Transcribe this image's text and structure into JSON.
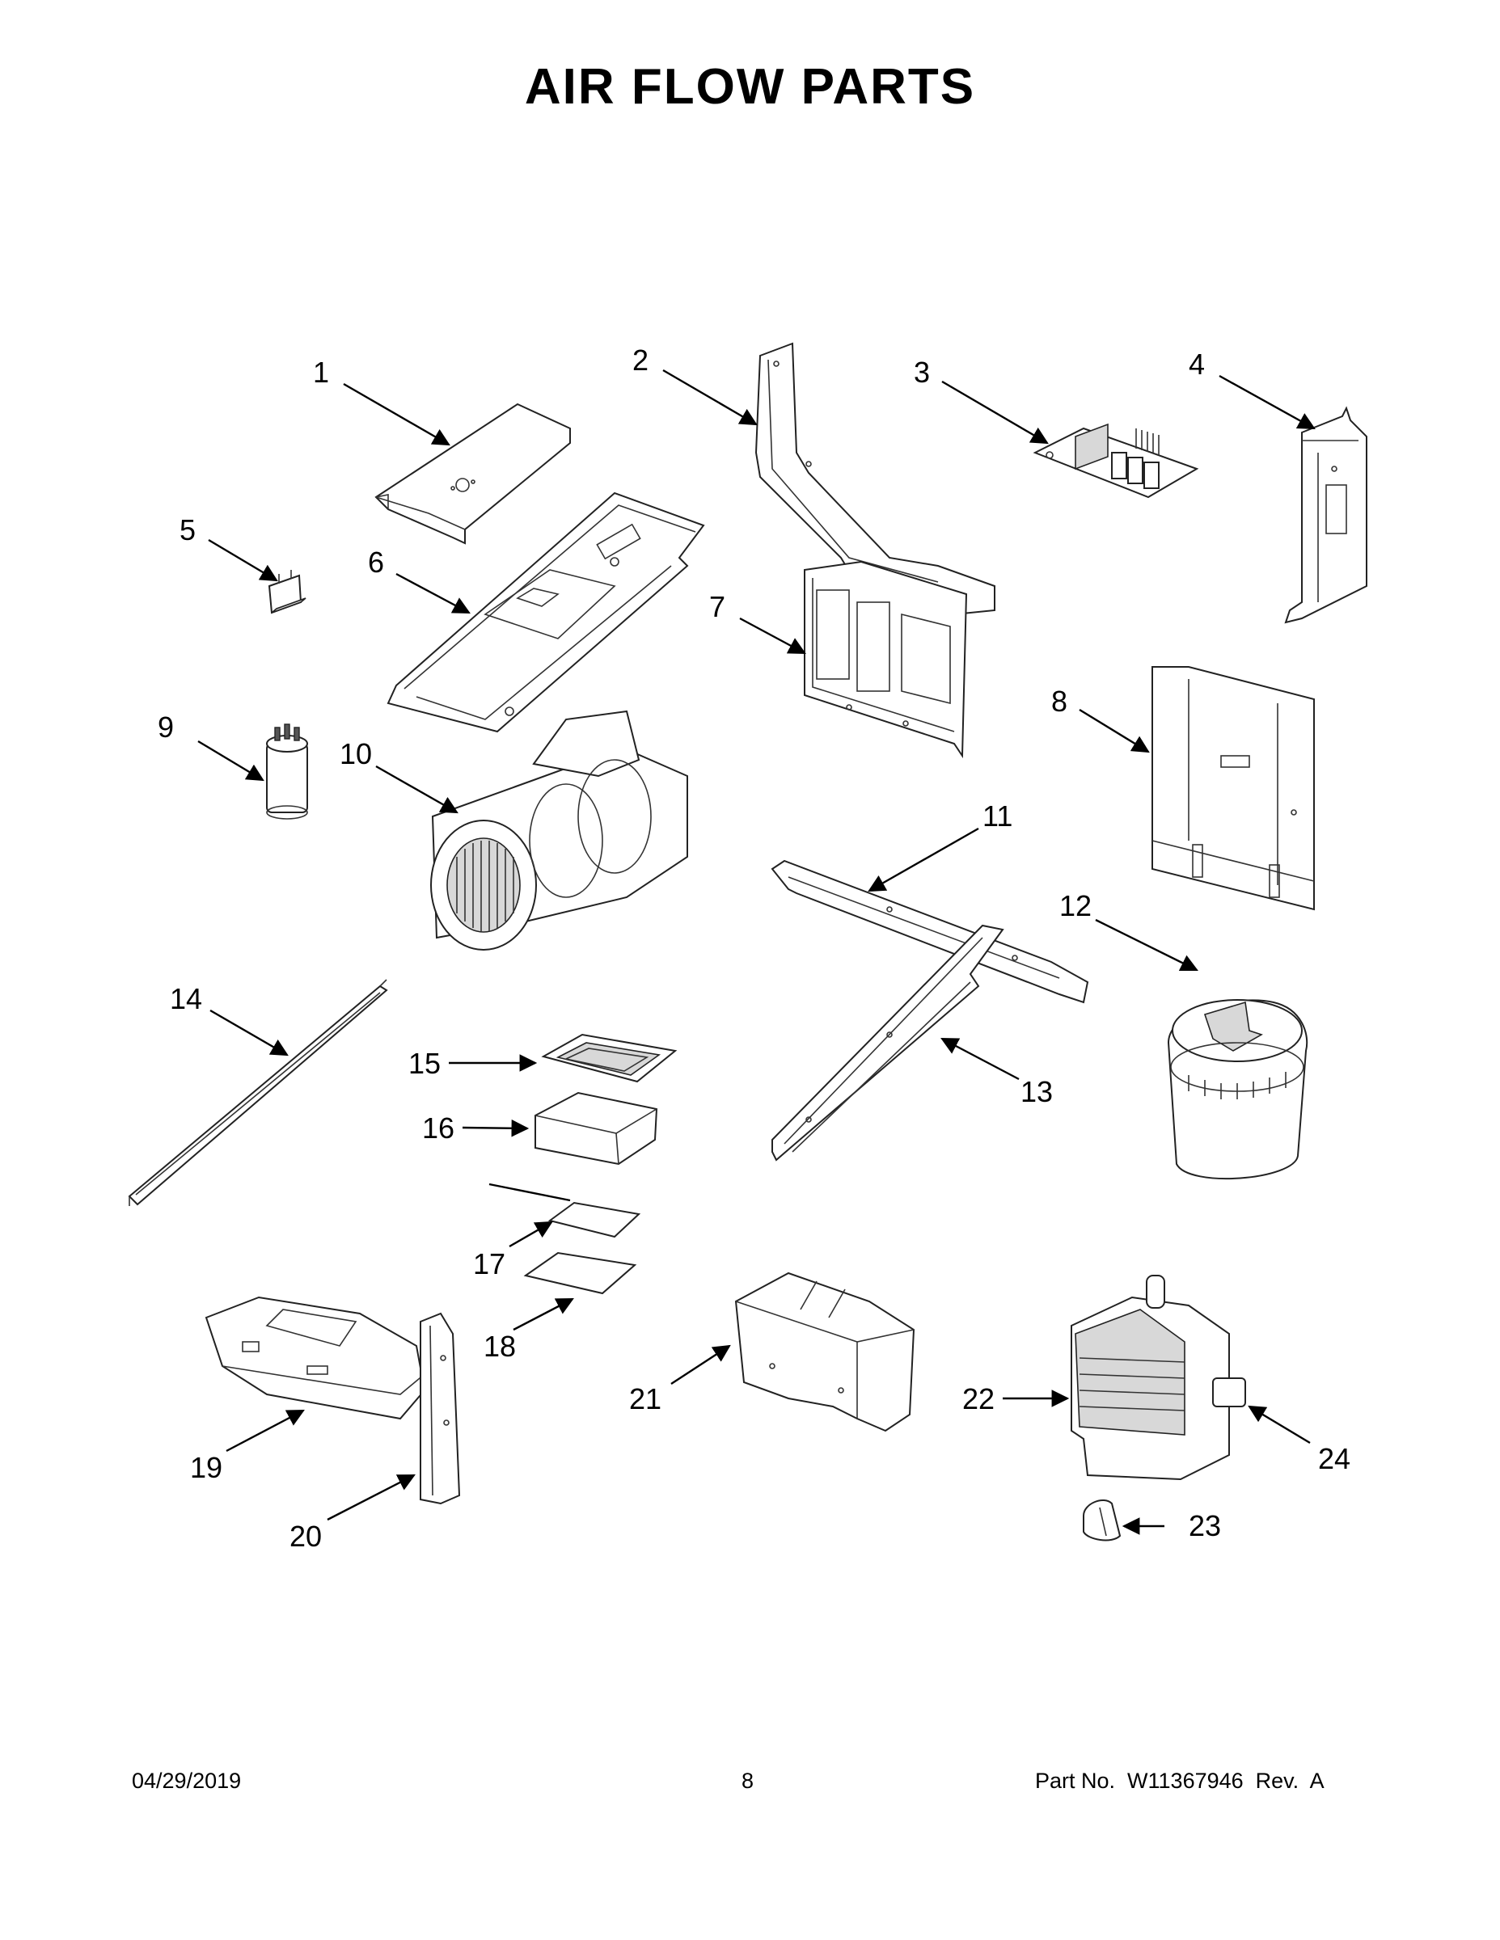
{
  "title": "AIR FLOW PARTS",
  "callouts": [
    "1",
    "2",
    "3",
    "4",
    "5",
    "6",
    "7",
    "8",
    "9",
    "10",
    "11",
    "12",
    "13",
    "14",
    "15",
    "16",
    "17",
    "18",
    "19",
    "20",
    "21",
    "22",
    "23",
    "24"
  ],
  "footer": {
    "date": "04/29/2019",
    "page_number": "8",
    "part_number": "Part No.  W11367946  Rev.  A"
  }
}
